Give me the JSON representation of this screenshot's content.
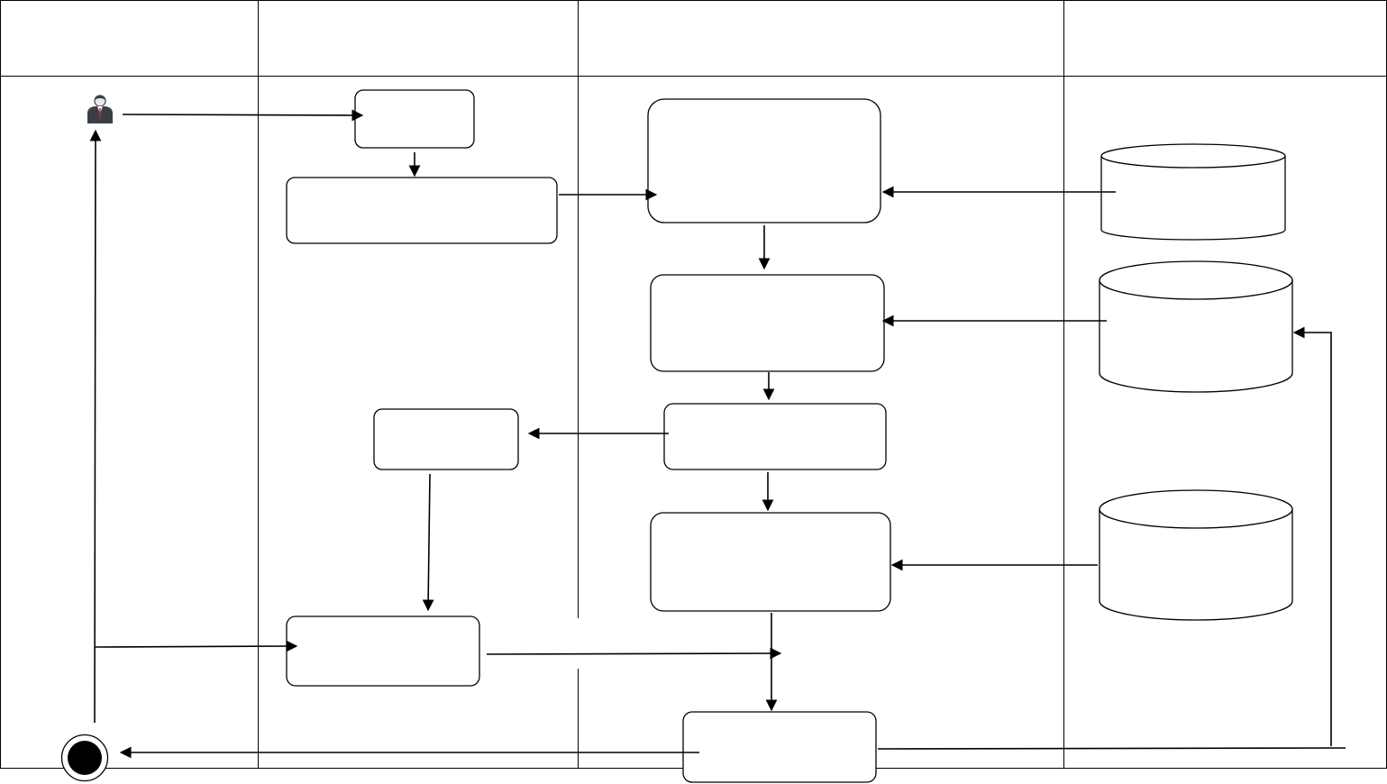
{
  "diagram": {
    "type": "uml-activity-swimlane",
    "lanes": [
      {
        "label": ""
      },
      {
        "label": ""
      },
      {
        "label": ""
      },
      {
        "label": ""
      }
    ],
    "nodes": {
      "actor": {
        "kind": "actor",
        "icon": "user-icon",
        "label": ""
      },
      "proc_a": {
        "kind": "action",
        "label": ""
      },
      "proc_b": {
        "kind": "action",
        "label": ""
      },
      "proc_c": {
        "kind": "action",
        "label": ""
      },
      "proc_d": {
        "kind": "action",
        "label": ""
      },
      "proc_e": {
        "kind": "action",
        "label": ""
      },
      "proc_f": {
        "kind": "action",
        "label": ""
      },
      "proc_g": {
        "kind": "action",
        "label": ""
      },
      "proc_h": {
        "kind": "action",
        "label": ""
      },
      "proc_i": {
        "kind": "action",
        "label": ""
      },
      "db_1": {
        "kind": "database",
        "label": ""
      },
      "db_2": {
        "kind": "database",
        "label": ""
      },
      "db_3": {
        "kind": "database",
        "label": ""
      },
      "end": {
        "kind": "final-node",
        "label": ""
      }
    },
    "edges": [
      {
        "from": "actor",
        "to": "proc_a"
      },
      {
        "from": "proc_a",
        "to": "proc_b"
      },
      {
        "from": "proc_b",
        "to": "proc_c"
      },
      {
        "from": "db_1",
        "to": "proc_c"
      },
      {
        "from": "proc_c",
        "to": "proc_d"
      },
      {
        "from": "db_2",
        "to": "proc_d"
      },
      {
        "from": "proc_d",
        "to": "proc_e"
      },
      {
        "from": "proc_e",
        "to": "proc_f"
      },
      {
        "from": "proc_f",
        "to": "proc_h"
      },
      {
        "from": "proc_e",
        "to": "proc_g"
      },
      {
        "from": "db_3",
        "to": "proc_g"
      },
      {
        "from": "proc_g",
        "to": "proc_i"
      },
      {
        "from": "proc_h",
        "to": "proc_i"
      },
      {
        "from": "proc_i",
        "to": "end"
      },
      {
        "from": "proc_i",
        "to": "db_2"
      },
      {
        "from": "end",
        "to": "actor"
      },
      {
        "from": "end",
        "to": "proc_h"
      }
    ],
    "colors": {
      "stroke": "#000000",
      "fill": "#ffffff",
      "actor_suit": "#3a3f47",
      "actor_skin": "#e8e8e8"
    }
  }
}
